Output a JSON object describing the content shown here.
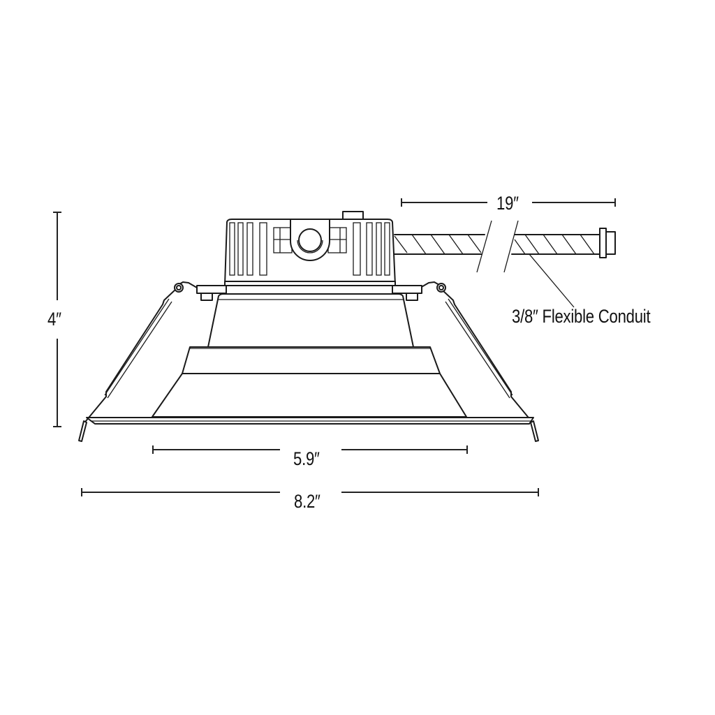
{
  "diagram": {
    "type": "technical-drawing",
    "subject": "recessed downlight side elevation",
    "colors": {
      "line": "#1a1a1a",
      "background": "#ffffff"
    },
    "dimensions": {
      "height": {
        "label": "4″",
        "value": 4,
        "unit": "in"
      },
      "conduit_length": {
        "label": "19″",
        "value": 19,
        "unit": "in"
      },
      "aperture_width": {
        "label": "5.9″",
        "value": 5.9,
        "unit": "in"
      },
      "overall_width": {
        "label": "8.2″",
        "value": 8.2,
        "unit": "in"
      }
    },
    "callouts": {
      "conduit": "3/8″ Flexible Conduit"
    }
  }
}
